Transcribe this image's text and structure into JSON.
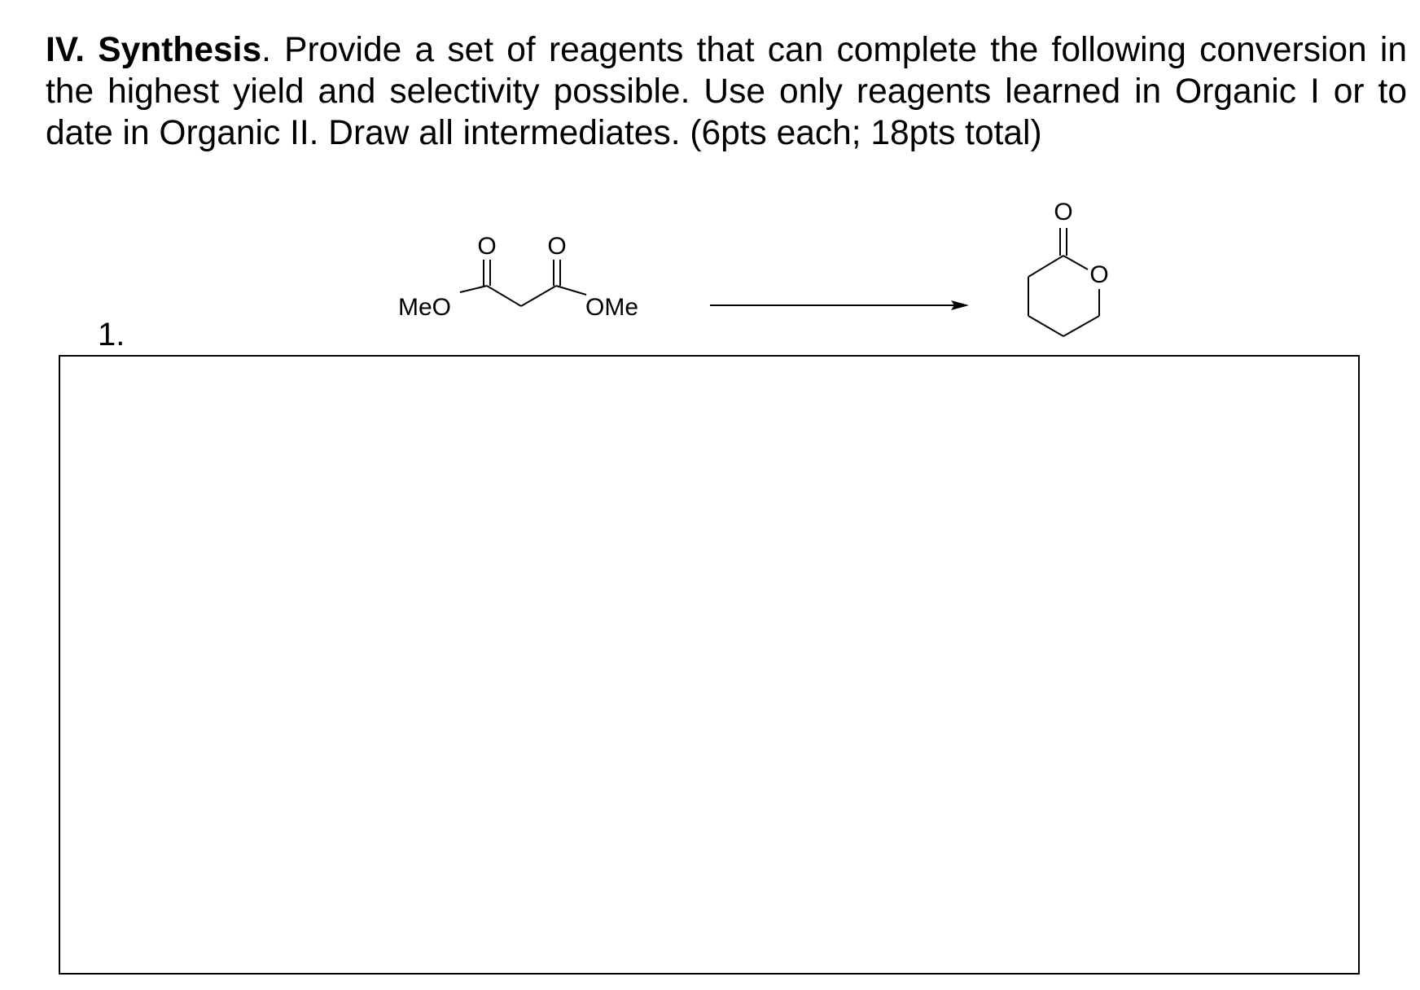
{
  "section": {
    "heading_bold": "IV. Synthesis",
    "instructions_text": ". Provide a set of reagents that can complete the following conversion in the highest yield and selectivity possible. Use only reagents learned in Organic I or to date in Organic II. Draw all intermediates. (6pts each; 18pts total)"
  },
  "question": {
    "number": "1."
  },
  "scheme": {
    "reactant_labels": {
      "left_group": "MeO",
      "right_group": "OMe",
      "carbonyl_o_left": "O",
      "carbonyl_o_right": "O"
    },
    "product_labels": {
      "carbonyl_o": "O",
      "ring_o": "O"
    }
  }
}
